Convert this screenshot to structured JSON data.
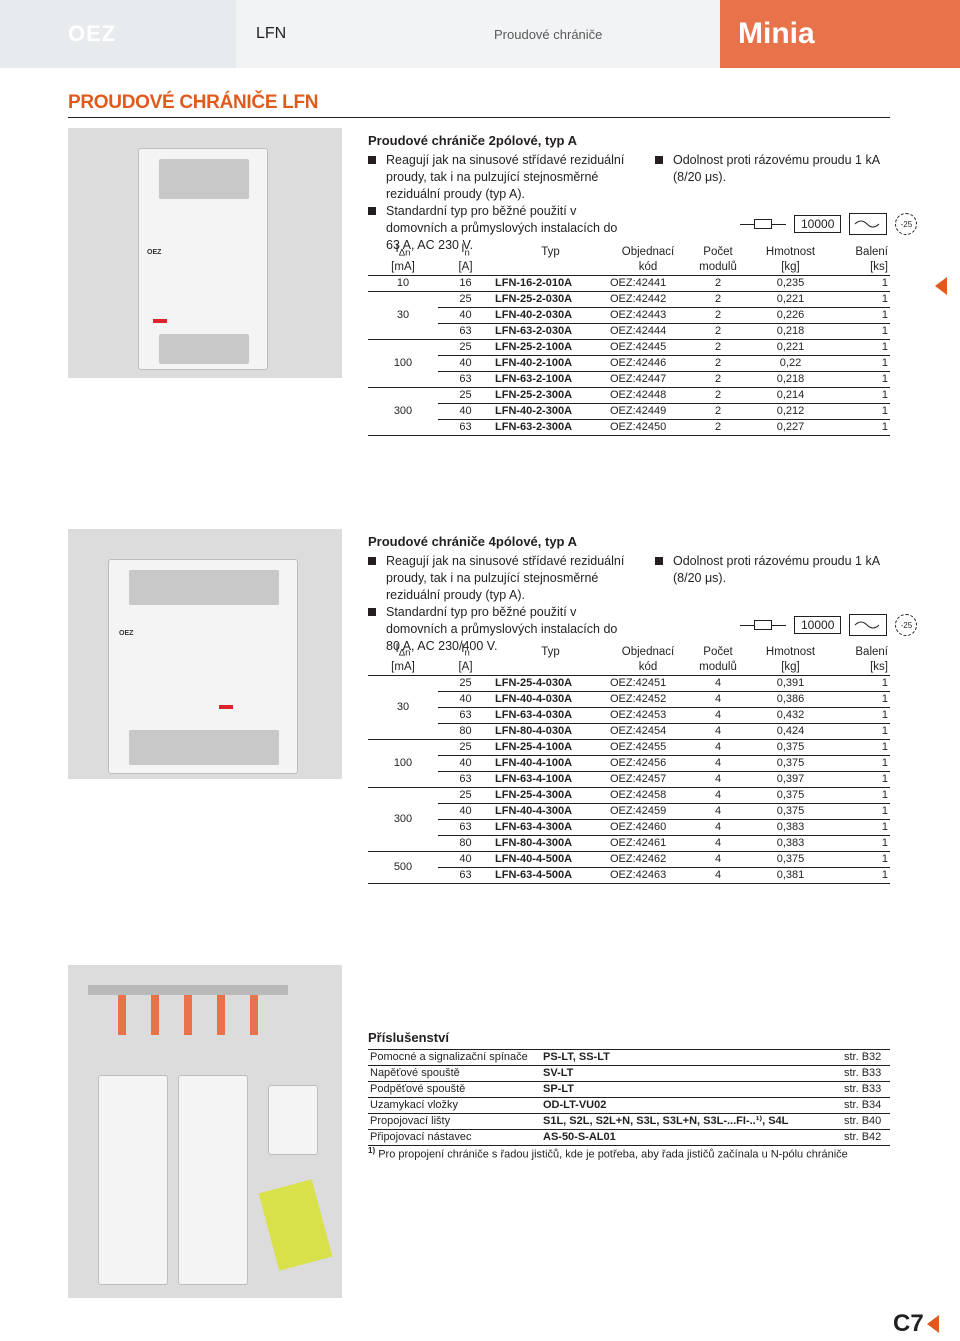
{
  "header": {
    "logo": "OEZ",
    "series": "LFN",
    "category": "Proudové chrániče",
    "brand": "Minia"
  },
  "page_title": "PROUDOVÉ CHRÁNIČE LFN",
  "section1": {
    "heading": "Proudové chrániče 2pólové, typ A",
    "bullets_left": [
      "Reagují jak na sinusové střídavé reziduální proudy, tak i na pulzující stejnosměrné reziduální proudy (typ A).",
      "Standardní typ pro běžné použití v domovních a průmyslových instalacích do 63 A, AC 230 V."
    ],
    "bullet_right": "Odolnost proti rázovému proudu 1 kA (8/20 μs).",
    "impulse_count": "10000",
    "temp": "-25",
    "headers": {
      "idn": "I",
      "idn_sub": "Δn",
      "idn_unit": "[mA]",
      "in": "I",
      "in_sub": "n",
      "in_unit": "[A]",
      "type": "Typ",
      "code": "Objednací",
      "code2": "kód",
      "modules": "Počet",
      "modules2": "modulů",
      "weight": "Hmotnost",
      "weight_unit": "[kg]",
      "pack": "Balení",
      "pack_unit": "[ks]"
    },
    "groups": [
      {
        "idn": "10",
        "rows": [
          [
            "16",
            "LFN-16-2-010A",
            "OEZ:42441",
            "2",
            "0,235",
            "1"
          ]
        ]
      },
      {
        "idn": "30",
        "rows": [
          [
            "25",
            "LFN-25-2-030A",
            "OEZ:42442",
            "2",
            "0,221",
            "1"
          ],
          [
            "40",
            "LFN-40-2-030A",
            "OEZ:42443",
            "2",
            "0,226",
            "1"
          ],
          [
            "63",
            "LFN-63-2-030A",
            "OEZ:42444",
            "2",
            "0,218",
            "1"
          ]
        ]
      },
      {
        "idn": "100",
        "rows": [
          [
            "25",
            "LFN-25-2-100A",
            "OEZ:42445",
            "2",
            "0,221",
            "1"
          ],
          [
            "40",
            "LFN-40-2-100A",
            "OEZ:42446",
            "2",
            "0,22",
            "1"
          ],
          [
            "63",
            "LFN-63-2-100A",
            "OEZ:42447",
            "2",
            "0,218",
            "1"
          ]
        ]
      },
      {
        "idn": "300",
        "rows": [
          [
            "25",
            "LFN-25-2-300A",
            "OEZ:42448",
            "2",
            "0,214",
            "1"
          ],
          [
            "40",
            "LFN-40-2-300A",
            "OEZ:42449",
            "2",
            "0,212",
            "1"
          ],
          [
            "63",
            "LFN-63-2-300A",
            "OEZ:42450",
            "2",
            "0,227",
            "1"
          ]
        ]
      }
    ]
  },
  "section2": {
    "heading": "Proudové chrániče 4pólové, typ A",
    "bullets_left": [
      "Reagují jak na sinusové střídavé reziduální proudy, tak i na pulzující stejnosměrné reziduální proudy (typ A).",
      "Standardní typ pro běžné použití v domovních a průmyslových instalacích do 80 A, AC 230/400 V."
    ],
    "bullet_right": "Odolnost proti rázovému proudu 1 kA (8/20 μs).",
    "impulse_count": "10000",
    "temp": "-25",
    "groups": [
      {
        "idn": "30",
        "rows": [
          [
            "25",
            "LFN-25-4-030A",
            "OEZ:42451",
            "4",
            "0,391",
            "1"
          ],
          [
            "40",
            "LFN-40-4-030A",
            "OEZ:42452",
            "4",
            "0,386",
            "1"
          ],
          [
            "63",
            "LFN-63-4-030A",
            "OEZ:42453",
            "4",
            "0,432",
            "1"
          ],
          [
            "80",
            "LFN-80-4-030A",
            "OEZ:42454",
            "4",
            "0,424",
            "1"
          ]
        ]
      },
      {
        "idn": "100",
        "rows": [
          [
            "25",
            "LFN-25-4-100A",
            "OEZ:42455",
            "4",
            "0,375",
            "1"
          ],
          [
            "40",
            "LFN-40-4-100A",
            "OEZ:42456",
            "4",
            "0,375",
            "1"
          ],
          [
            "63",
            "LFN-63-4-100A",
            "OEZ:42457",
            "4",
            "0,397",
            "1"
          ]
        ]
      },
      {
        "idn": "300",
        "rows": [
          [
            "25",
            "LFN-25-4-300A",
            "OEZ:42458",
            "4",
            "0,375",
            "1"
          ],
          [
            "40",
            "LFN-40-4-300A",
            "OEZ:42459",
            "4",
            "0,375",
            "1"
          ],
          [
            "63",
            "LFN-63-4-300A",
            "OEZ:42460",
            "4",
            "0,383",
            "1"
          ],
          [
            "80",
            "LFN-80-4-300A",
            "OEZ:42461",
            "4",
            "0,383",
            "1"
          ]
        ]
      },
      {
        "idn": "500",
        "rows": [
          [
            "40",
            "LFN-40-4-500A",
            "OEZ:42462",
            "4",
            "0,375",
            "1"
          ],
          [
            "63",
            "LFN-63-4-500A",
            "OEZ:42463",
            "4",
            "0,381",
            "1"
          ]
        ]
      }
    ]
  },
  "accessories": {
    "heading": "Příslušenství",
    "rows": [
      [
        "Pomocné a signalizační spínače",
        "PS-LT, SS-LT",
        "str. B32"
      ],
      [
        "Napěťové spouště",
        "SV-LT",
        "str. B33"
      ],
      [
        "Podpěťové spouště",
        "SP-LT",
        "str. B33"
      ],
      [
        "Uzamykací vložky",
        "OD-LT-VU02",
        "str. B34"
      ],
      [
        "Propojovací lišty",
        "S1L, S2L, S2L+N, S3L, S3L+N, S3L-...FI-..¹⁾, S4L",
        "str. B40"
      ],
      [
        "Připojovací nástavec",
        "AS-50-S-AL01",
        "str. B42"
      ]
    ],
    "footnote_mark": "1)",
    "footnote": "Pro propojení chrániče s řadou jističů, kde je potřeba, aby řada jističů začínala u N-pólu chrániče"
  },
  "page_number": "C7",
  "colors": {
    "accent": "#e05a1c",
    "brand_bg": "#e8734a"
  }
}
